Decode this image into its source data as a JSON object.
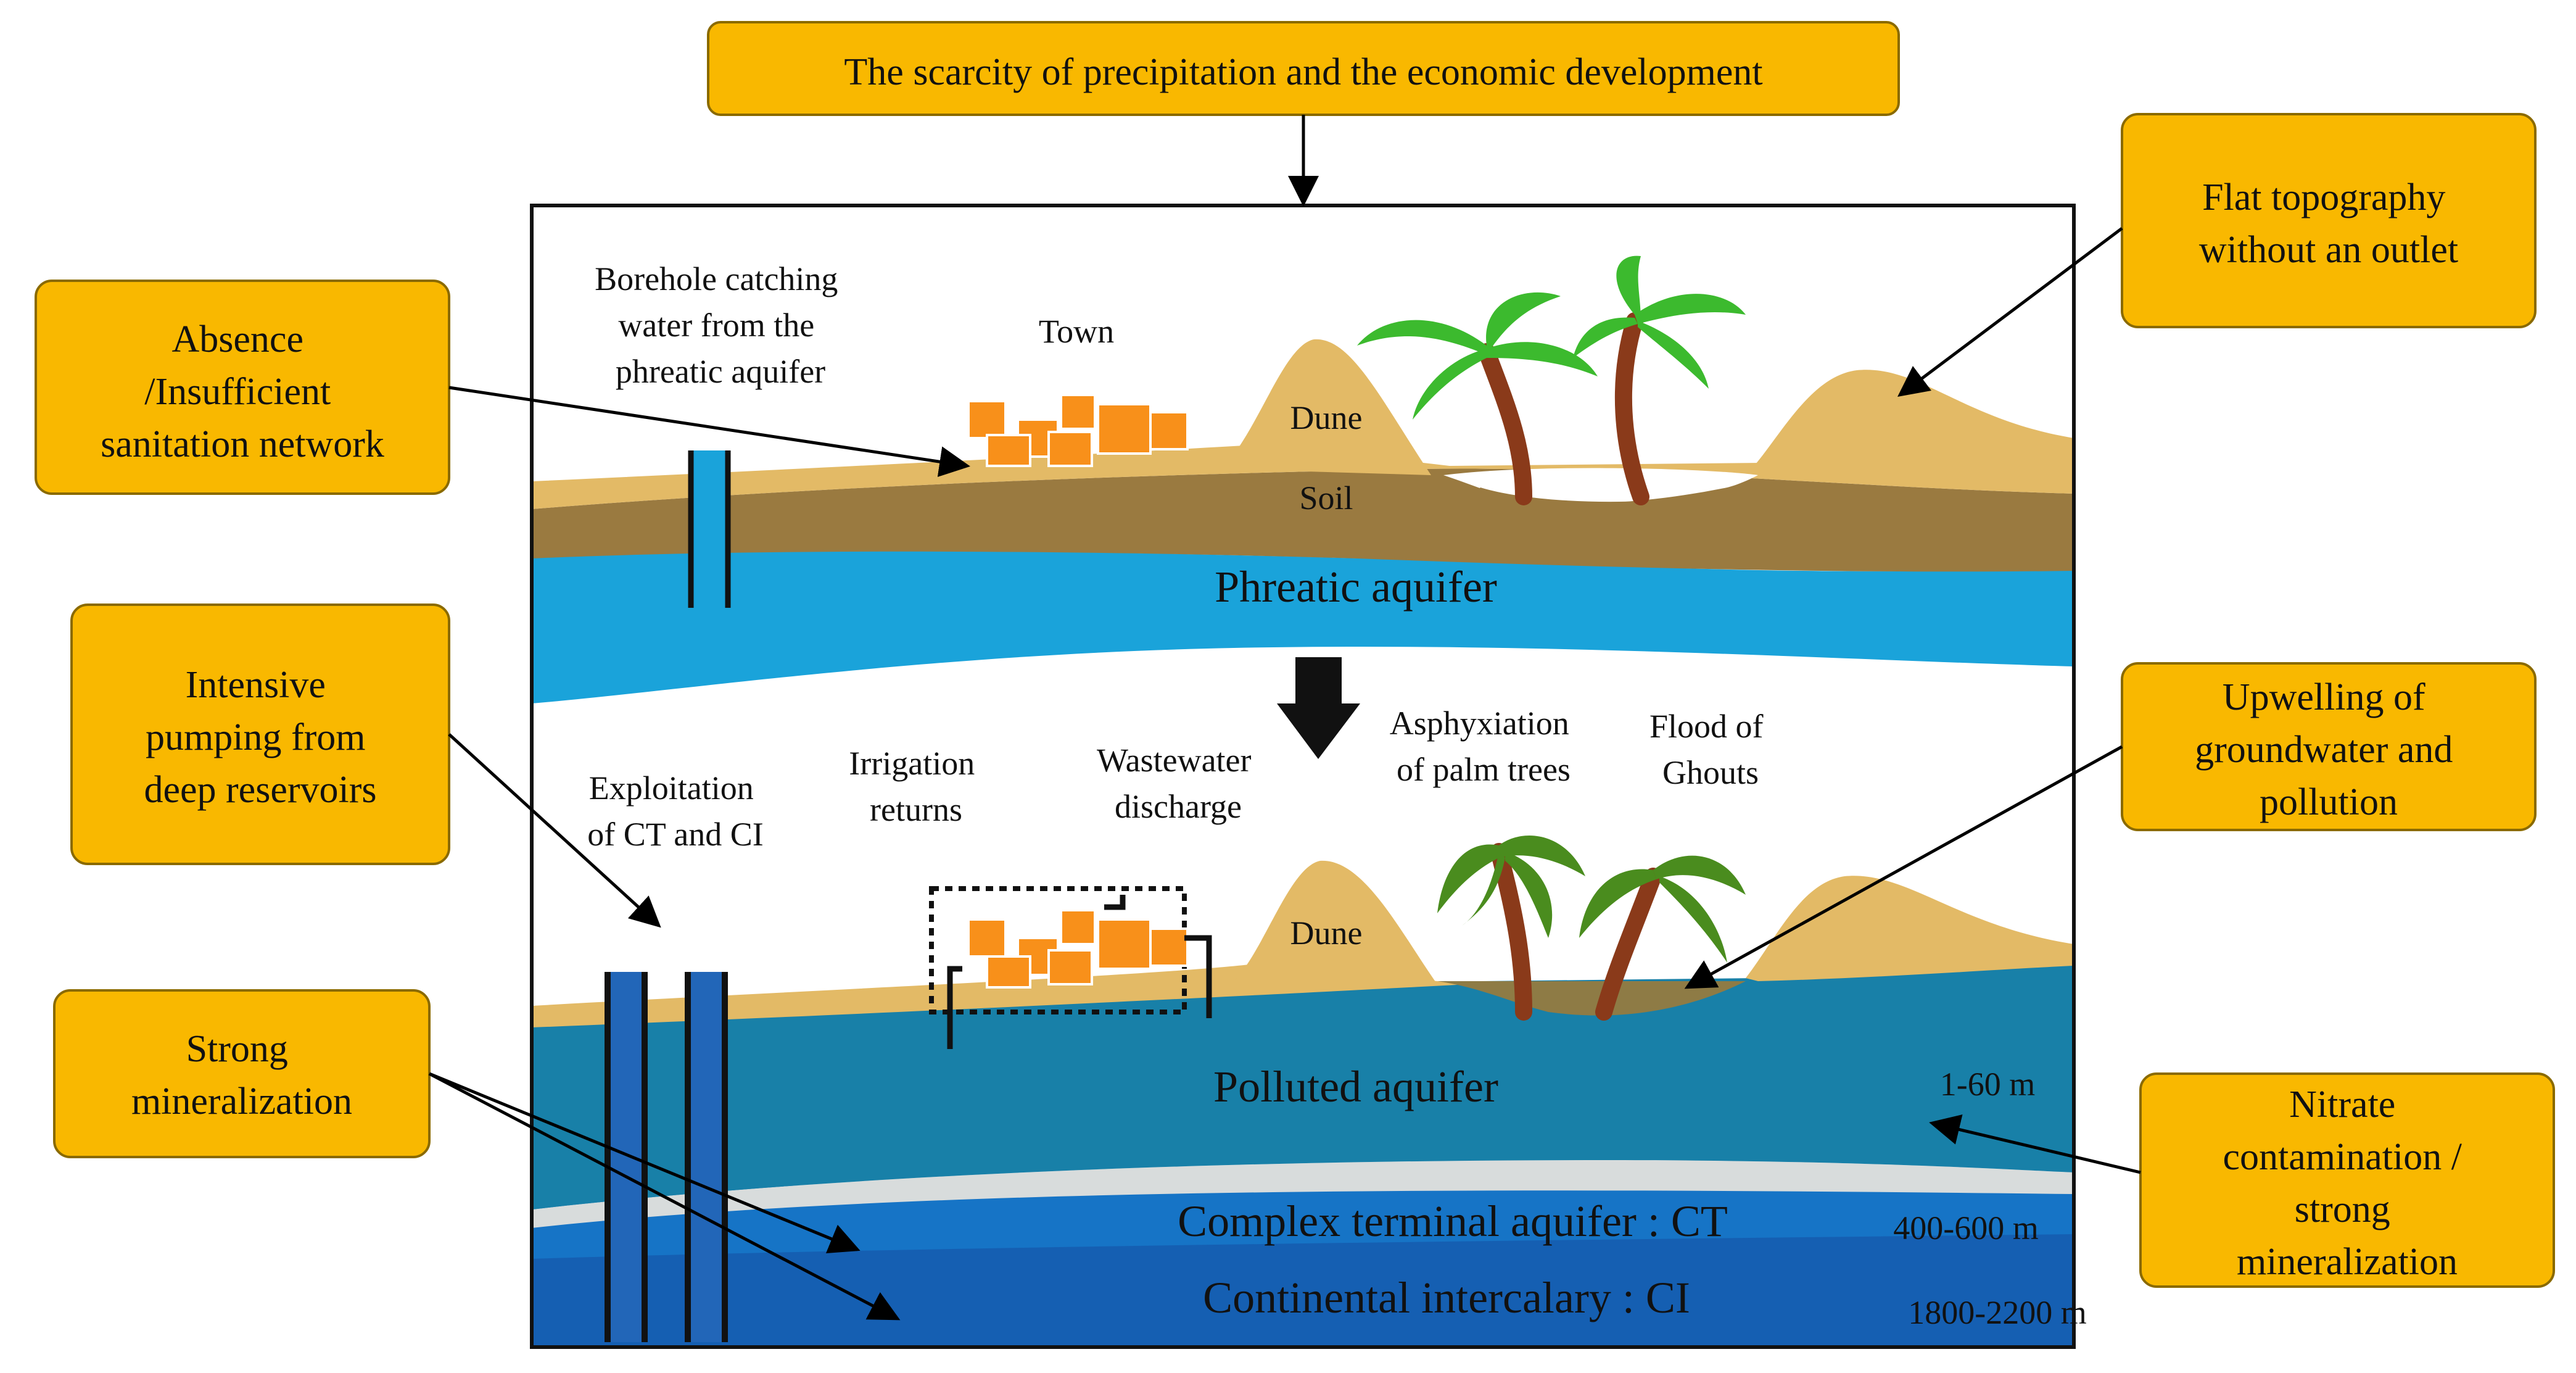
{
  "colors": {
    "box_fill": "#F9B800",
    "box_stroke": "#8A6A00",
    "sand": "#E3BA66",
    "soil": "#9A7A40",
    "water_light": "#1AA3DA",
    "water_polluted": "#1880A8",
    "water_ct": "#1674C6",
    "water_ci": "#155FB2",
    "clay": "#D8DCDC",
    "building": "#F8901A",
    "palm_leaf": "#3CBA2E",
    "palm_leaf_dead": "#4A8C1E",
    "trunk": "#8A3A1A",
    "arrow": "#000000"
  },
  "boxes": {
    "top": "The scarcity of precipitation and the economic development",
    "sanitation": [
      "Absence",
      "/Insufficient",
      "sanitation network"
    ],
    "pumping": [
      "Intensive",
      "pumping from",
      "deep reservoirs"
    ],
    "mineralization": [
      "Strong",
      "mineralization"
    ],
    "topography": [
      "Flat topography",
      "without an outlet"
    ],
    "upwelling": [
      "Upwelling of",
      "groundwater and",
      "pollution"
    ],
    "nitrate": [
      "Nitrate",
      "contamination /",
      "strong",
      "mineralization"
    ]
  },
  "labels": {
    "borehole": [
      "Borehole catching",
      "water from the",
      "phreatic aquifer"
    ],
    "town": "Town",
    "dune": "Dune",
    "soil": "Soil",
    "phreatic": "Phreatic aquifer",
    "exploitation": [
      "Exploitation",
      "of CT and CI"
    ],
    "irrigation": [
      "Irrigation",
      "returns"
    ],
    "wastewater": [
      "Wastewater",
      "discharge"
    ],
    "asphyxiation": [
      "Asphyxiation",
      "of palm trees"
    ],
    "flood": [
      "Flood of",
      "Ghouts"
    ],
    "dune2": "Dune",
    "polluted": "Polluted aquifer",
    "depth1": "1-60 m",
    "ct": "Complex terminal aquifer : CT",
    "depth2": "400-600 m",
    "ci": "Continental intercalary : CI",
    "depth3": "1800-2200 m"
  }
}
